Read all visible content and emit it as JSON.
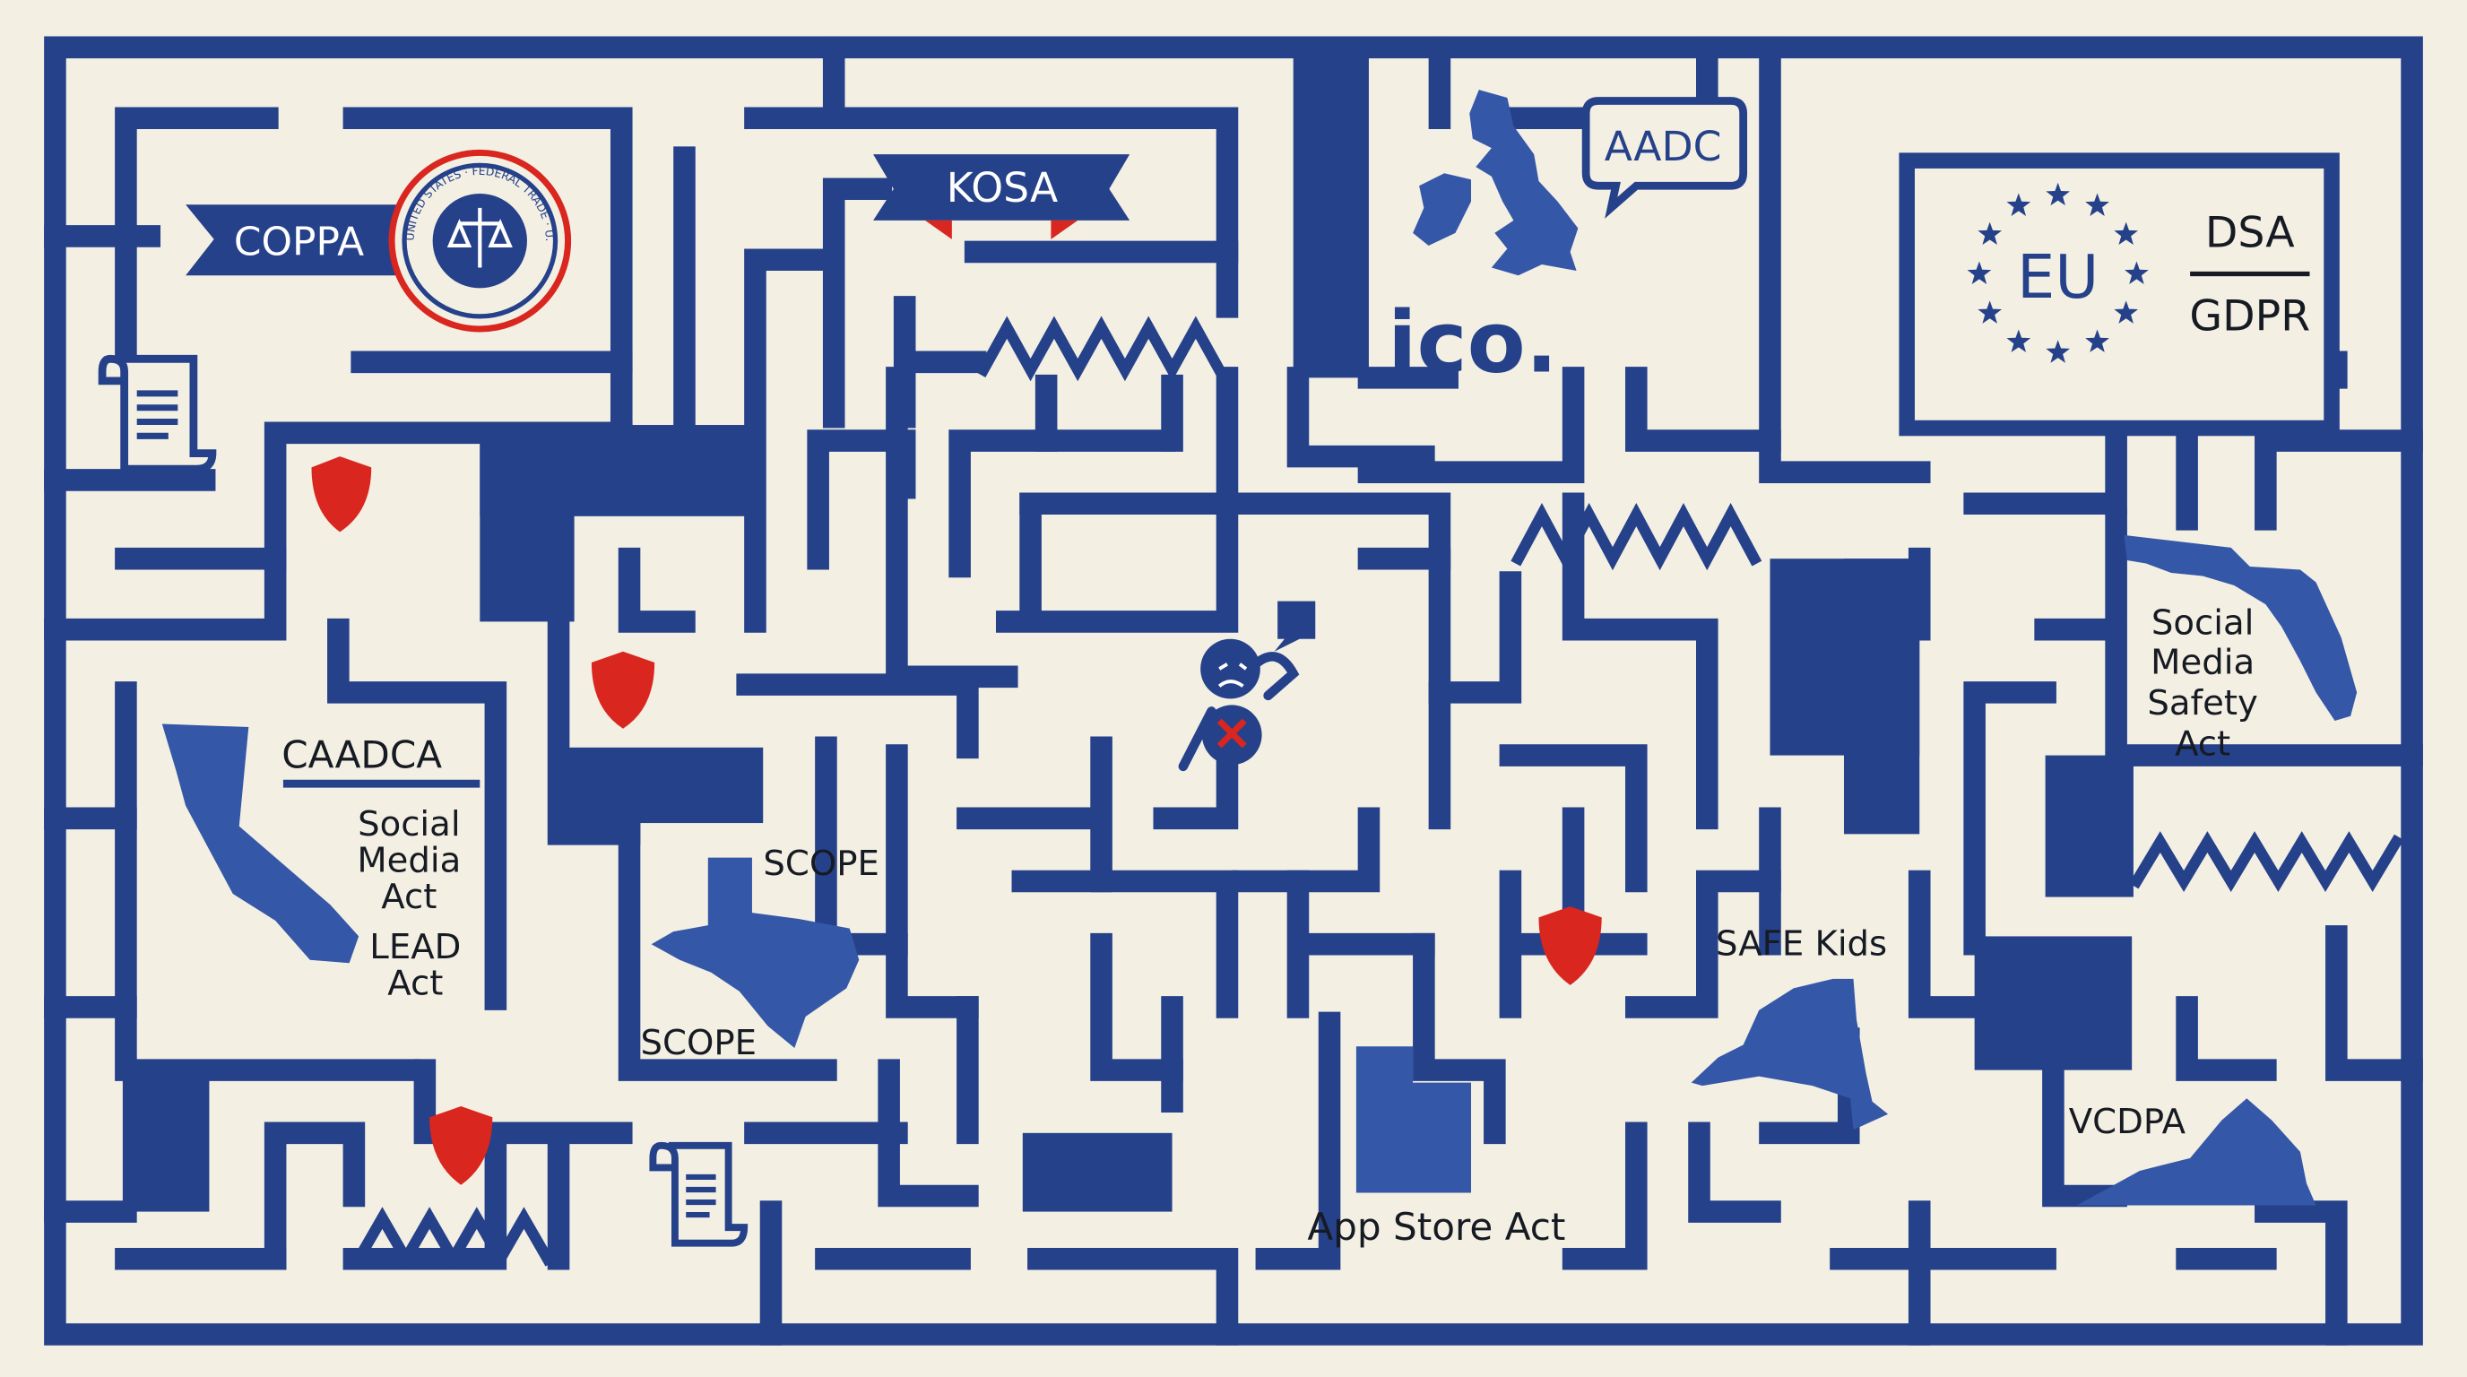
{
  "labels": {
    "coppa": "COPPA",
    "seal_ring": "UNITED STATES · FEDERAL TRADE · U.S.S. · UNITED",
    "kosa": "KOSA",
    "aadc": "AADC",
    "ico": "ico.",
    "eu": "EU",
    "dsa": "DSA",
    "gdpr": "GDPR",
    "caadca": "CAADCA",
    "ca_social": [
      "Social",
      "Media",
      "Act"
    ],
    "lead": [
      "LEAD",
      "Act"
    ],
    "scope_top": "SCOPE",
    "scope_bottom": "SCOPE",
    "fl_social": [
      "Social",
      "Media",
      "Safety",
      "Act"
    ],
    "safe_kids": "SAFE Kids",
    "app_store": "App Store Act",
    "vcdpa": "VCDPA"
  },
  "icons": [
    "document-scroll-icon",
    "shield-icon",
    "seal-scales-icon",
    "speech-bubble-icon",
    "confused-person-icon",
    "error-x-icon",
    "eu-stars-icon"
  ],
  "colors": {
    "navy": "#25418a",
    "state_blue": "#3557a8",
    "red": "#d9261e",
    "paper": "#f3efe3",
    "ink": "#161a22"
  }
}
